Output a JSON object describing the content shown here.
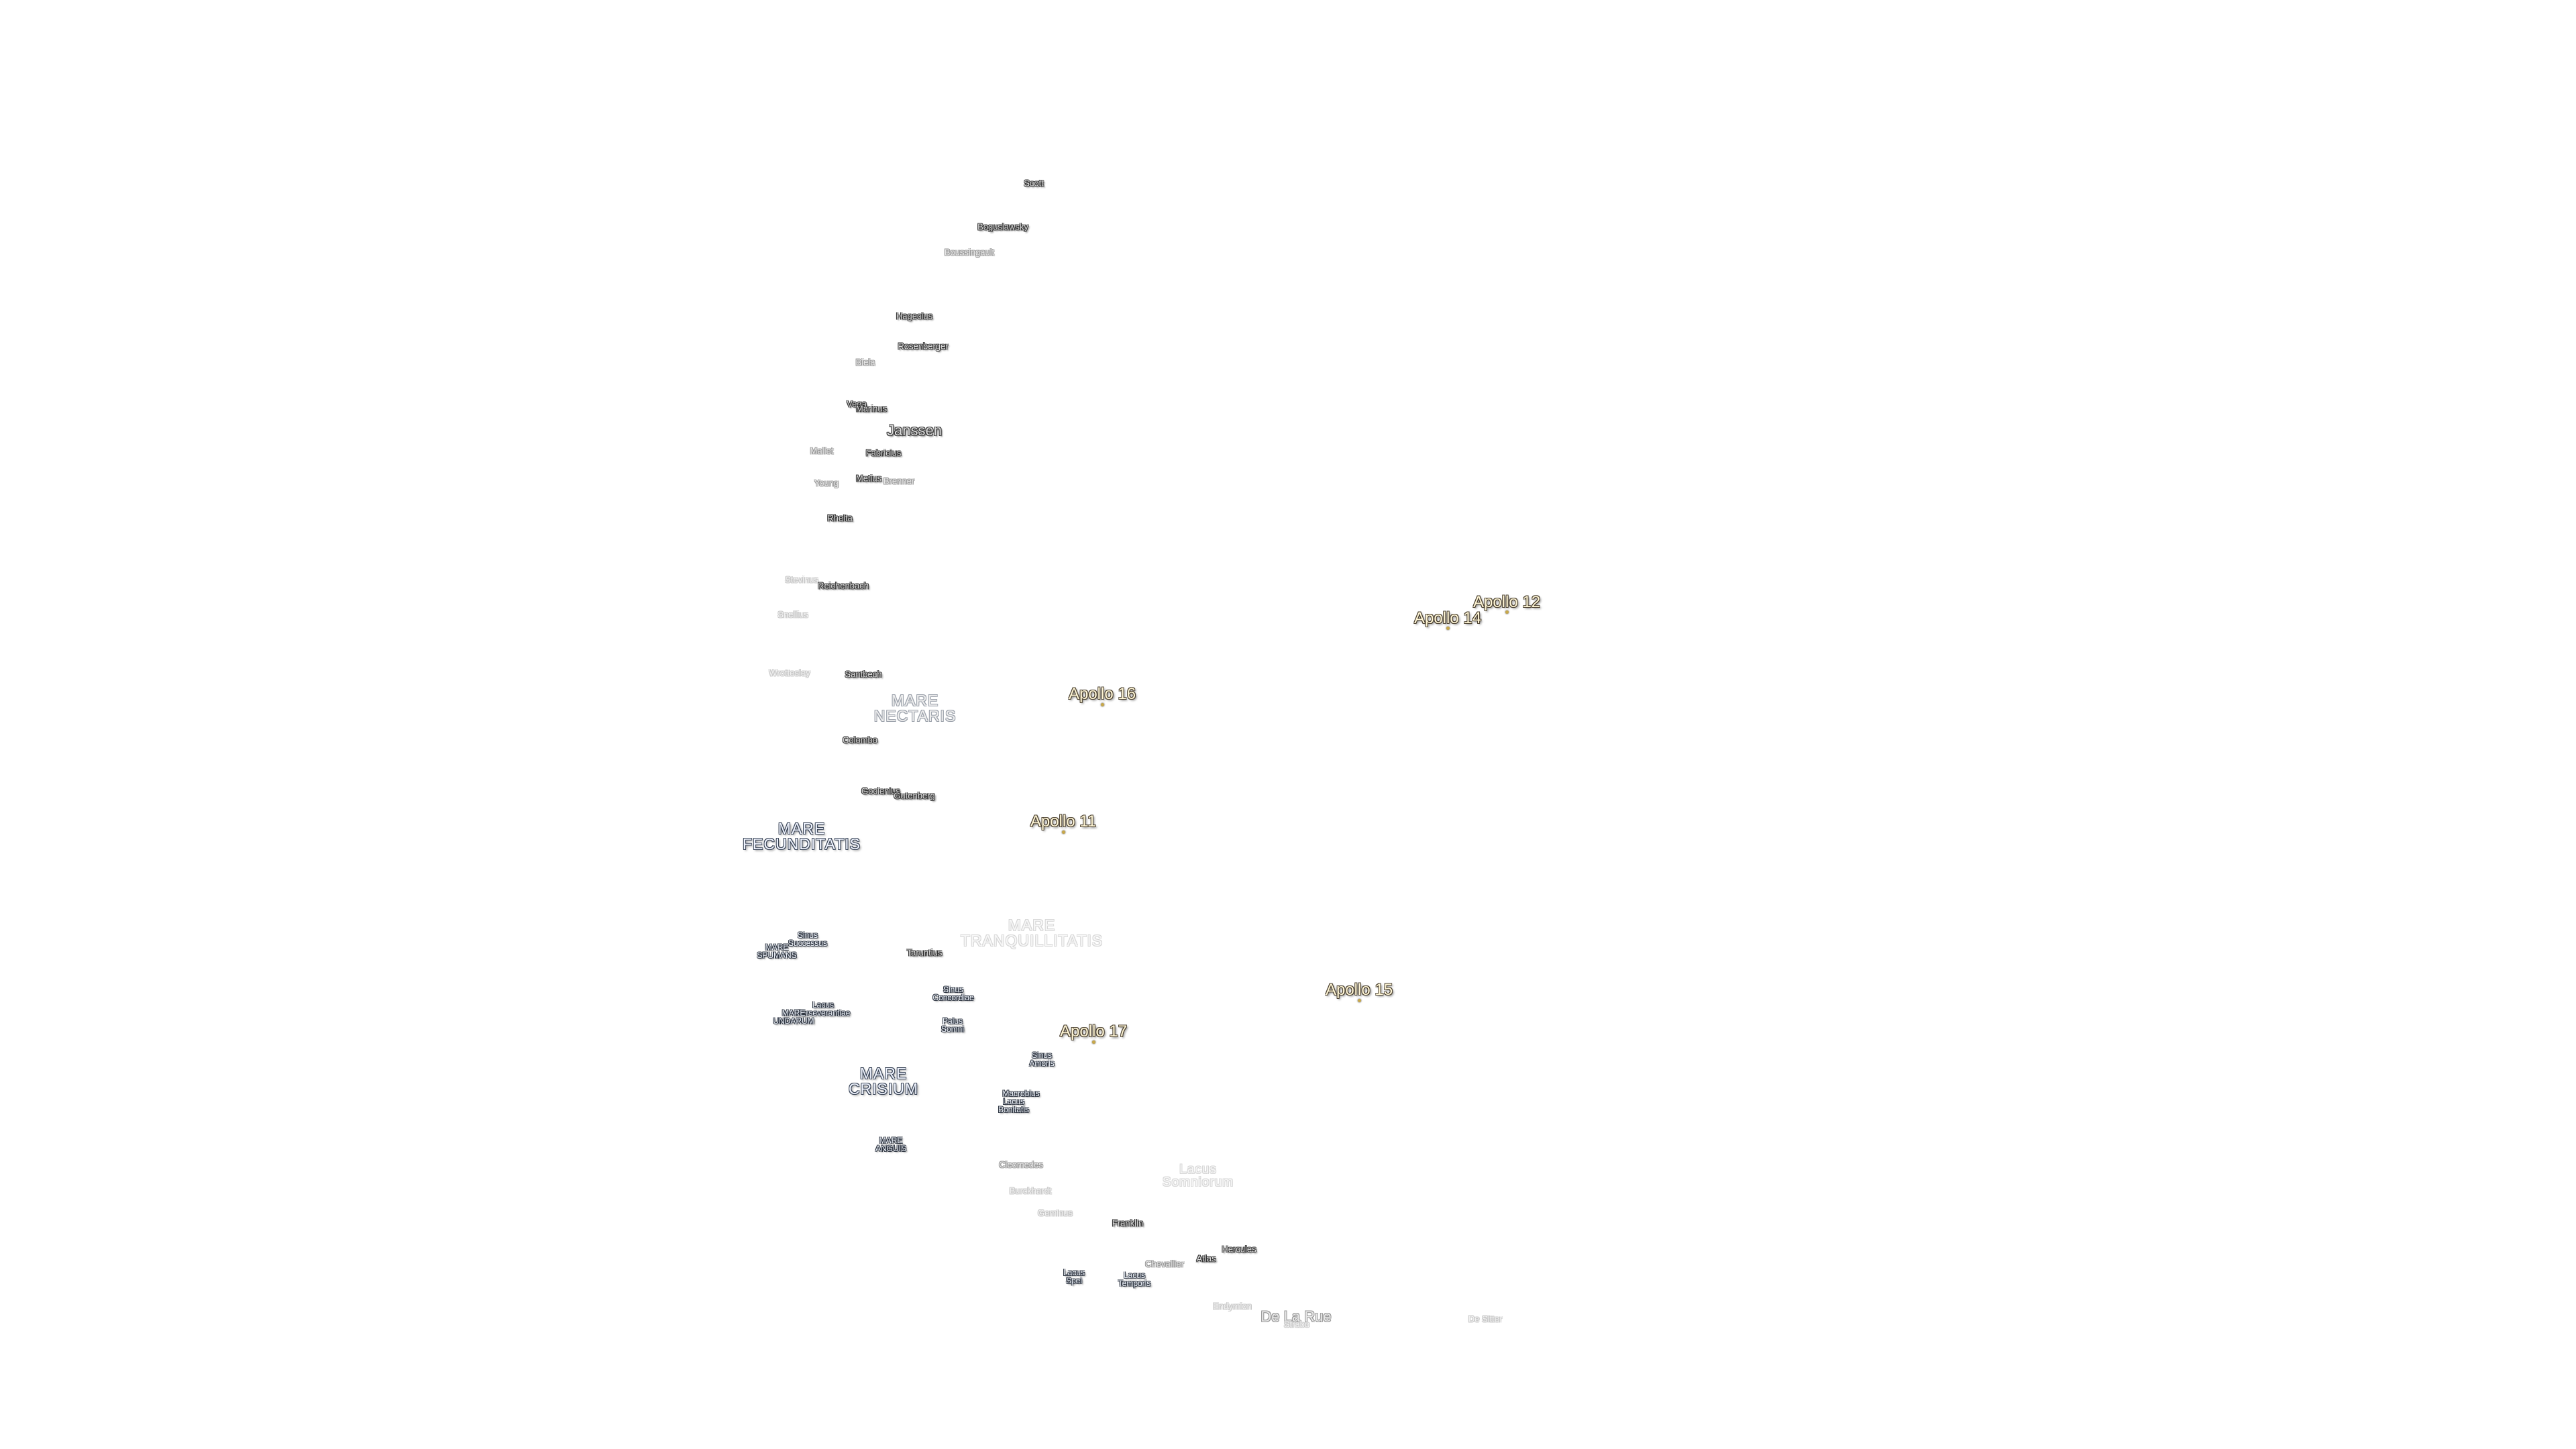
{
  "map": {
    "colors": {
      "background": "#ffffff",
      "crater_text": "#dcdcdc",
      "sea_text": "#f1f5ff",
      "apollo_text": "#fff6d6",
      "apollo_marker": "#c8a84a"
    },
    "craters": [
      {
        "name": "Scott",
        "style": "crater"
      },
      {
        "name": "Boguslawsky",
        "style": "crater"
      },
      {
        "name": "Boussingault",
        "style": "crater dim"
      },
      {
        "name": "Hagecius",
        "style": "crater"
      },
      {
        "name": "Biela",
        "style": "crater dim"
      },
      {
        "name": "Rosenberger",
        "style": "crater"
      },
      {
        "name": "Vega",
        "style": "crater"
      },
      {
        "name": "Marinus",
        "style": "crater"
      },
      {
        "name": "Janssen",
        "style": "crater big"
      },
      {
        "name": "Mallet",
        "style": "crater dim"
      },
      {
        "name": "Fabricius",
        "style": "crater"
      },
      {
        "name": "Young",
        "style": "crater dim"
      },
      {
        "name": "Metius",
        "style": "crater"
      },
      {
        "name": "Brenner",
        "style": "crater dim"
      },
      {
        "name": "Rheita",
        "style": "crater"
      },
      {
        "name": "Stevinus",
        "style": "crater faint"
      },
      {
        "name": "Reichenbach",
        "style": "crater"
      },
      {
        "name": "Snellius",
        "style": "crater faint"
      },
      {
        "name": "Wrottesley",
        "style": "crater faint"
      },
      {
        "name": "Santbech",
        "style": "crater"
      },
      {
        "name": "Colombo",
        "style": "crater"
      },
      {
        "name": "Goclenius",
        "style": "crater"
      },
      {
        "name": "Gutenberg",
        "style": "crater"
      },
      {
        "name": "Taruntius",
        "style": "crater"
      },
      {
        "name": "Cleomedes",
        "style": "crater dim"
      },
      {
        "name": "Burckhardt",
        "style": "crater faint"
      },
      {
        "name": "Geminus",
        "style": "crater faint"
      },
      {
        "name": "Franklin",
        "style": "crater"
      },
      {
        "name": "Hercules",
        "style": "crater"
      },
      {
        "name": "Chevallier",
        "style": "crater dim"
      },
      {
        "name": "Atlas",
        "style": "crater"
      },
      {
        "name": "Endymion",
        "style": "crater faint"
      },
      {
        "name": "De La Rue",
        "style": "crater big dim"
      },
      {
        "name": "Strabo",
        "style": "crater faint"
      },
      {
        "name": "De Sitter",
        "style": "crater faint"
      }
    ],
    "seas": [
      {
        "name": "MARE NECTARIS",
        "line1": "MARE",
        "line2": "NECTARIS",
        "style": "sea-l dim"
      },
      {
        "name": "MARE FECUNDITATIS",
        "line1": "MARE",
        "line2": "FECUNDITATIS",
        "style": "sea-l"
      },
      {
        "name": "MARE TRANQUILLITATIS",
        "line1": "MARE",
        "line2": "TRANQUILLITATIS",
        "style": "sea-l faint"
      },
      {
        "name": "MARE CRISIUM",
        "line1": "MARE",
        "line2": "CRISIUM",
        "style": "sea-l"
      },
      {
        "name": "Sinus Successus",
        "line1": "Sinus",
        "line2": "Successus",
        "style": "sea-s"
      },
      {
        "name": "MARE SPUMANS",
        "line1": "MARE",
        "line2": "SPUMANS",
        "style": "sea-s"
      },
      {
        "name": "Sinus Concordiae",
        "line1": "Sinus",
        "line2": "Concordiae",
        "style": "sea-s"
      },
      {
        "name": "Lacus Perseverantiae",
        "line1": "Lacus",
        "line2": "Perseverantiae",
        "style": "sea-s"
      },
      {
        "name": "MARE UNDARUM",
        "line1": "MARE",
        "line2": "UNDARUM",
        "style": "sea-s"
      },
      {
        "name": "Palus Somni",
        "line1": "Palus",
        "line2": "Somni",
        "style": "sea-s"
      },
      {
        "name": "Sinus Amoris",
        "line1": "Sinus",
        "line2": "Amoris",
        "style": "sea-s"
      },
      {
        "name": "Lacus Bonitatis",
        "line1": "Lacus",
        "line2": "Bonitatis",
        "style": "sea-s"
      },
      {
        "name": "Macrobius",
        "line1": "Macrobius",
        "line2": "",
        "style": "sea-s"
      },
      {
        "name": "MARE ANGUIS",
        "line1": "MARE",
        "line2": "ANGUIS",
        "style": "sea-s"
      },
      {
        "name": "Lacus Somniorum",
        "line1": "Lacus",
        "line2": "Somniorum",
        "style": "sea-l faint"
      },
      {
        "name": "Lacus Spei",
        "line1": "Lacus",
        "line2": "Spei",
        "style": "sea-s"
      },
      {
        "name": "Lacus Temporis",
        "line1": "Lacus",
        "line2": "Temporis",
        "style": "sea-s"
      }
    ],
    "landing_sites": [
      {
        "name": "Apollo 12"
      },
      {
        "name": "Apollo 14"
      },
      {
        "name": "Apollo 16"
      },
      {
        "name": "Apollo 11"
      },
      {
        "name": "Apollo 15"
      },
      {
        "name": "Apollo 17"
      }
    ]
  }
}
